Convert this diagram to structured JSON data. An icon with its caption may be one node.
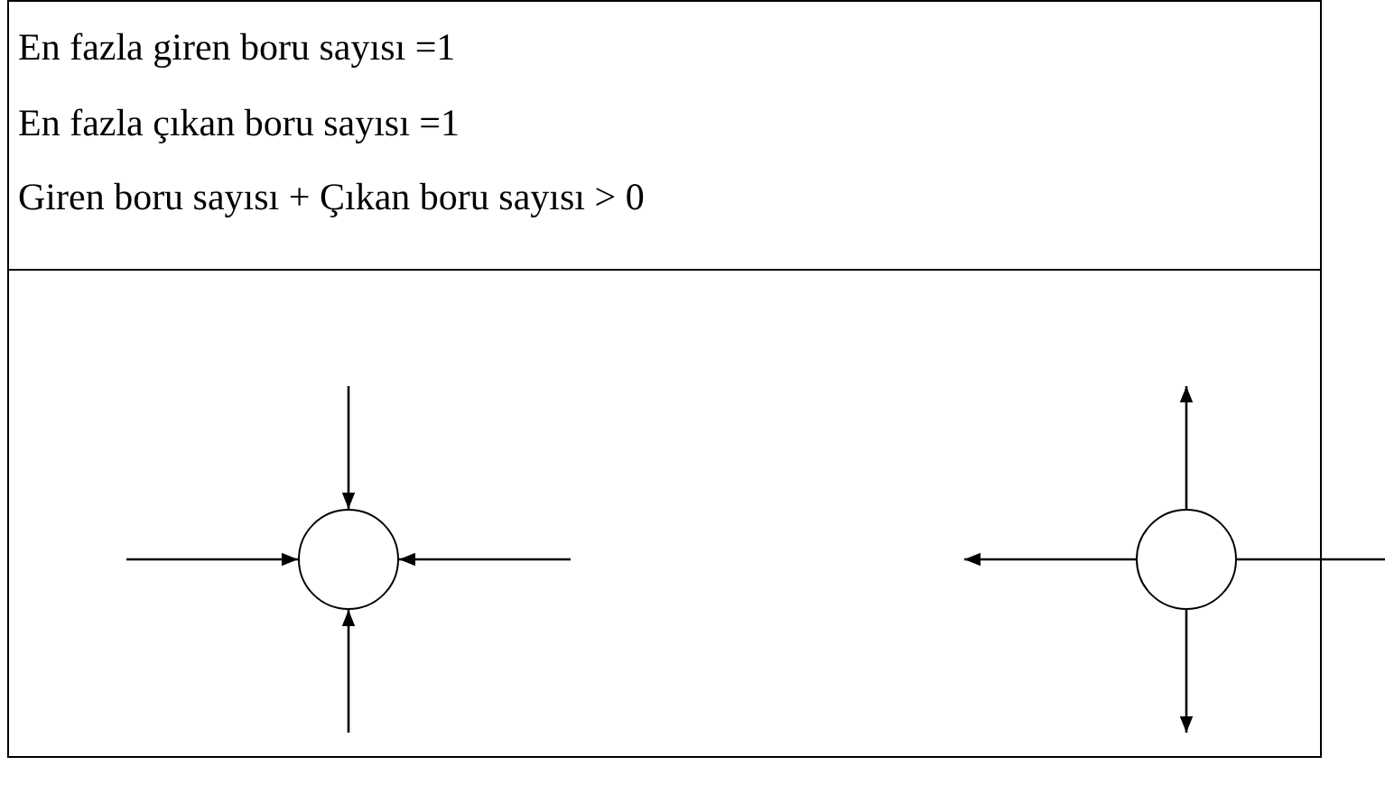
{
  "diagram": {
    "nodes": [
      {
        "text": [],
        "shape": "circle"
      },
      {
        "text": [],
        "shape": "circle"
      }
    ],
    "edges": [
      {
        "from": null,
        "to": 0,
        "arrow": "to"
      },
      {
        "from": null,
        "to": 0,
        "arrow": "to"
      },
      {
        "from": null,
        "to": 0,
        "arrow": "to"
      },
      {
        "from": null,
        "to": 0,
        "arrow": "to"
      },
      {
        "from": 1,
        "to": null,
        "arrow": "to"
      },
      {
        "from": 1,
        "to": null,
        "arrow": "to"
      },
      {
        "from": 1,
        "to": null,
        "arrow": "to"
      },
      {
        "from": 1,
        "to": null,
        "arrow": "to"
      }
    ],
    "labels": [
      "En fazla giren boru sayısı =1",
      "En fazla çıkan boru sayısı =1",
      "Giren boru sayısı + Çıkan boru sayısı > 0"
    ]
  }
}
